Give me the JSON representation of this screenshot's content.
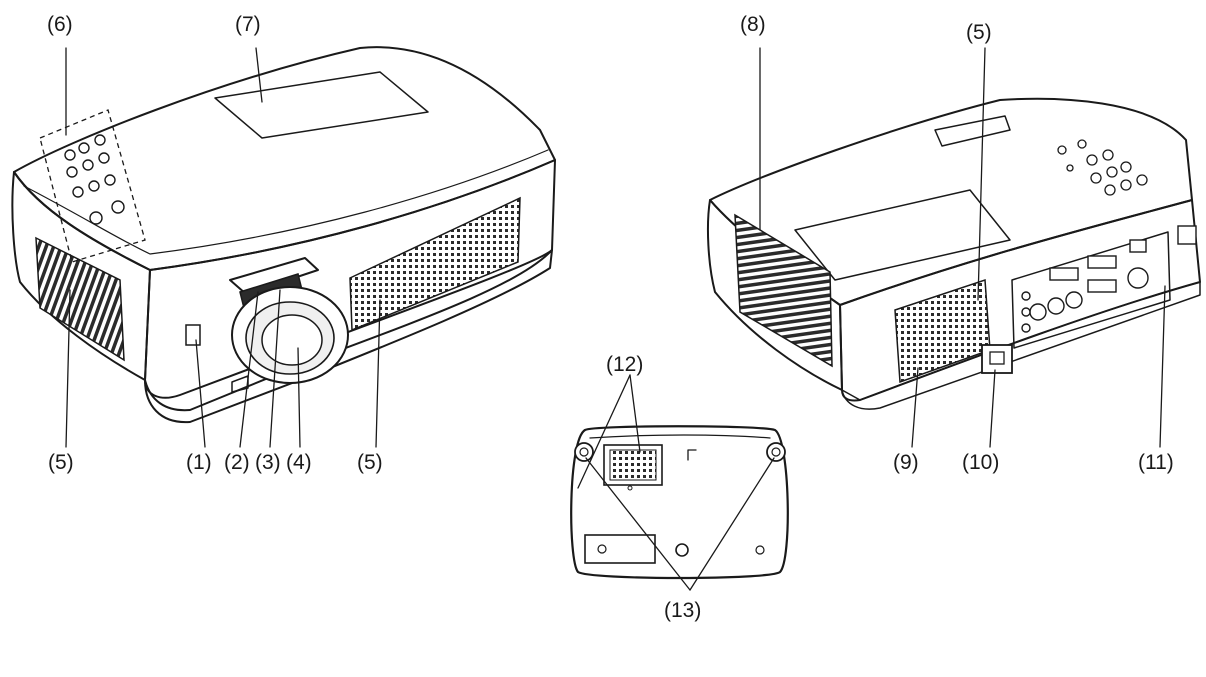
{
  "labels": {
    "front_1": "(1)",
    "front_2": "(2)",
    "front_3": "(3)",
    "front_4": "(4)",
    "front_5_left": "(5)",
    "front_5_right": "(5)",
    "front_6": "(6)",
    "front_7": "(7)",
    "rear_8": "(8)",
    "rear_5": "(5)",
    "rear_9": "(9)",
    "rear_10": "(10)",
    "rear_11": "(11)",
    "bottom_12": "(12)",
    "bottom_13": "(13)"
  },
  "colors": {
    "line": "#1a1a1a",
    "body": "#ffffff",
    "shade": "#d9d9d9",
    "dark": "#2b2b2b"
  }
}
